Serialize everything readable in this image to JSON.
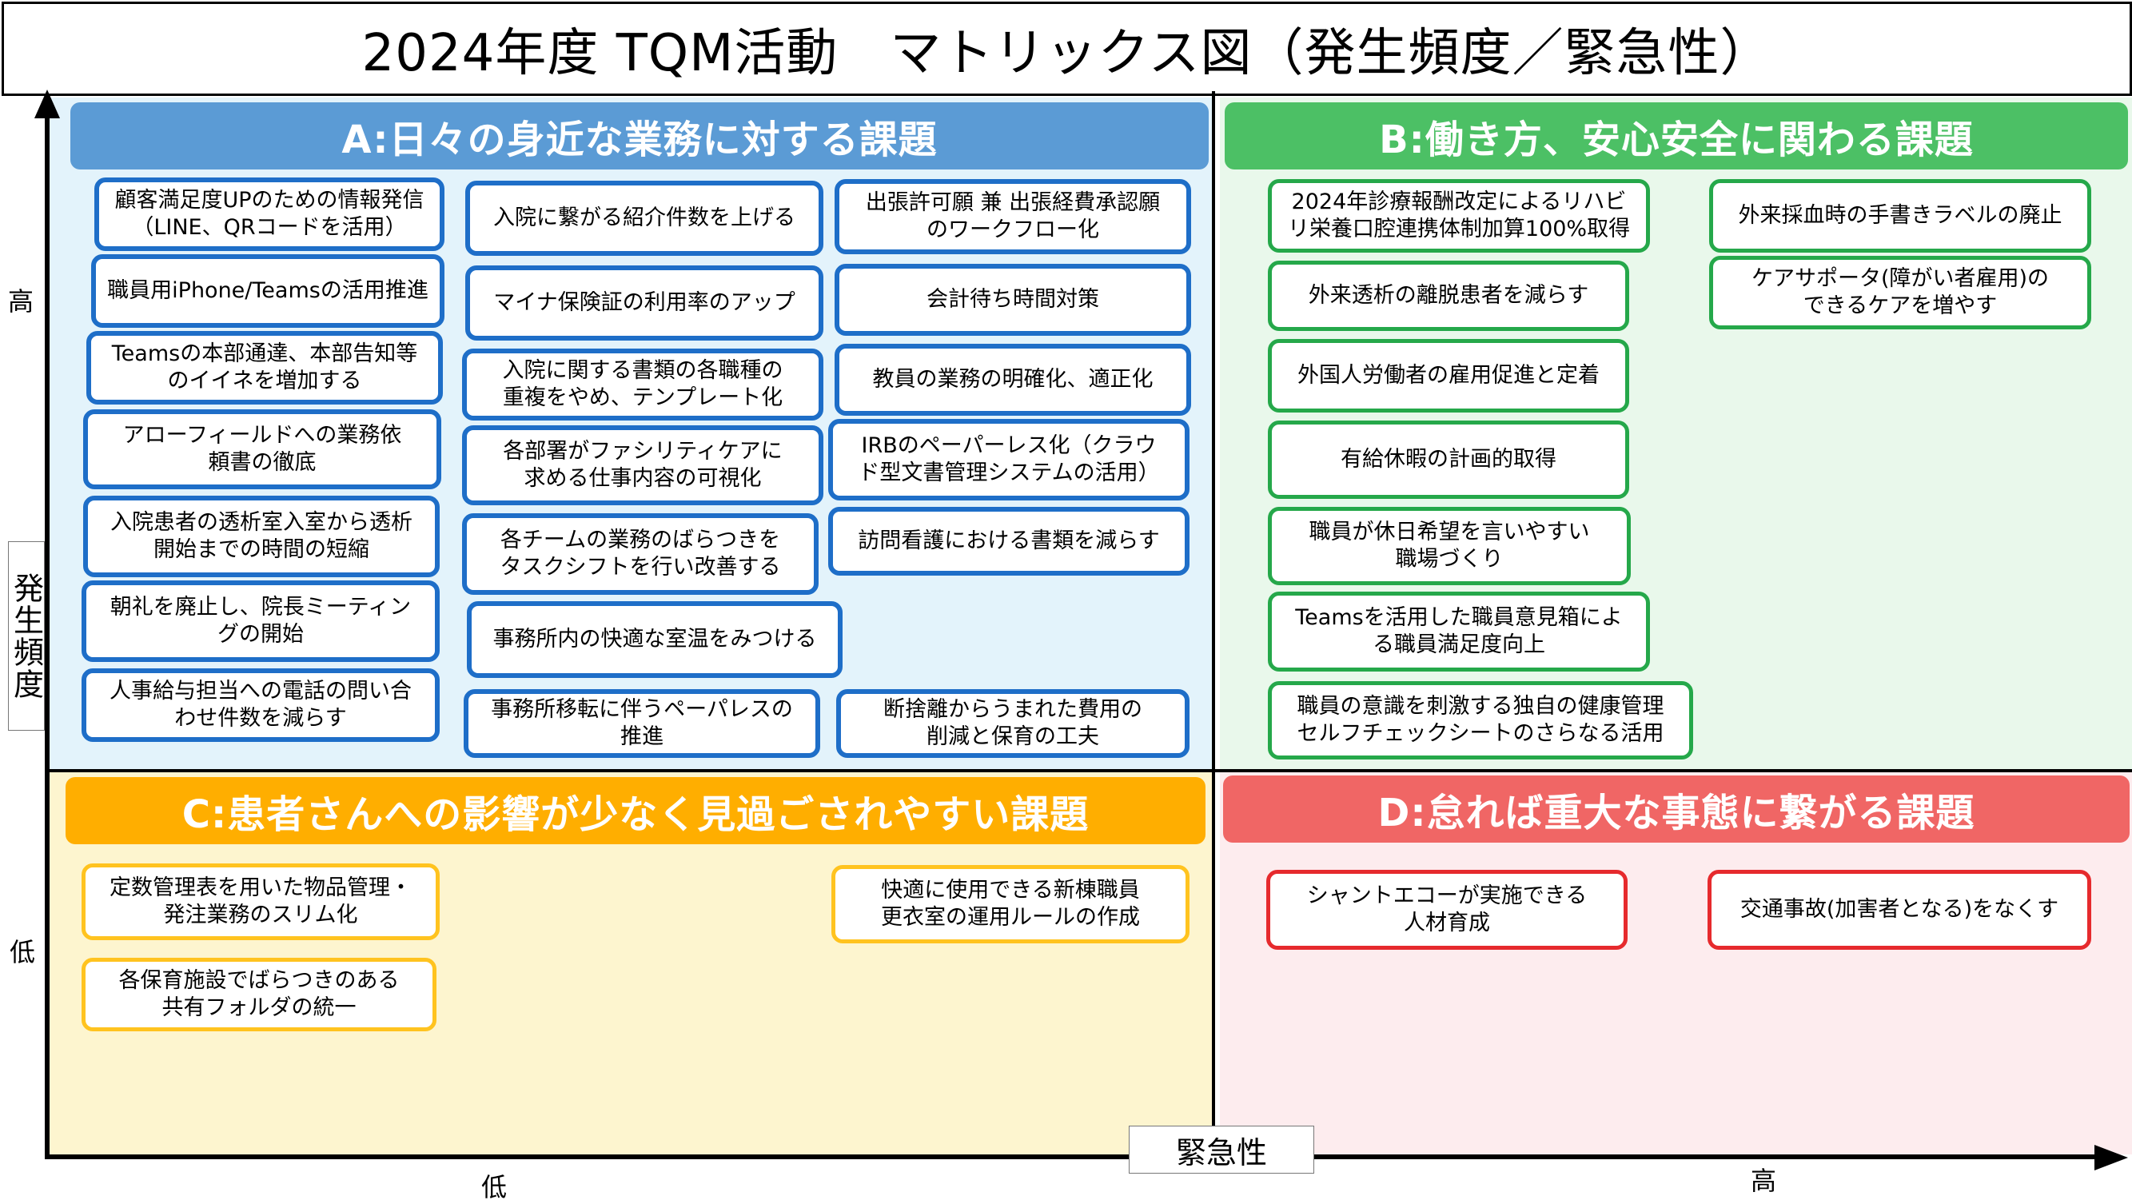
{
  "title": "2024年度 TQM活動　マトリックス図（発生頻度／緊急性）",
  "axes": {
    "y_label": "発生頻度",
    "y_high": "高",
    "y_low": "低",
    "x_label": "緊急性",
    "x_low": "低",
    "x_high": "高"
  },
  "colors": {
    "a_accent": "#1e6ec8",
    "b_accent": "#25a84a",
    "c_accent": "#ffc31f",
    "d_accent": "#e62a2d"
  },
  "quadrants": {
    "a": {
      "title": "A:日々の身近な業務に対する課題",
      "items": [
        "顧客満足度UPのための情報発信\n（LINE、QRコードを活用）",
        "職員用iPhone/Teamsの活用推進",
        "Teamsの本部通達、本部告知等\nのイイネを増加する",
        "アローフィールドへの業務依\n頼書の徹底",
        "入院患者の透析室入室から透析\n開始までの時間の短縮",
        "朝礼を廃止し、院長ミーティン\nグの開始",
        "人事給与担当への電話の問い合\nわせ件数を減らす",
        "入院に繋がる紹介件数を上げる",
        "マイナ保険証の利用率のアップ",
        "入院に関する書類の各職種の\n重複をやめ、テンプレート化",
        "各部署がファシリティケアに\n求める仕事内容の可視化",
        "各チームの業務のばらつきを\nタスクシフトを行い改善する",
        "事務所内の快適な室温をみつける",
        "事務所移転に伴うペーパレスの\n推進",
        "出張許可願 兼 出張経費承認願\nのワークフロー化",
        "会計待ち時間対策",
        "教員の業務の明確化、適正化",
        "IRBのペーパーレス化（クラウ\nド型文書管理システムの活用）",
        "訪問看護における書類を減らす",
        "断捨離からうまれた費用の\n削減と保育の工夫"
      ]
    },
    "b": {
      "title": "B:働き方、安心安全に関わる課題",
      "items": [
        "2024年診療報酬改定によるリハビ\nリ栄養口腔連携体制加算100%取得",
        "外来透析の離脱患者を減らす",
        "外国人労働者の雇用促進と定着",
        "有給休暇の計画的取得",
        "職員が休日希望を言いやすい\n職場づくり",
        "Teamsを活用した職員意見箱によ\nる職員満足度向上",
        "職員の意識を刺激する独自の健康管理\nセルフチェックシートのさらなる活用",
        "外来採血時の手書きラベルの廃止",
        "ケアサポータ(障がい者雇用)の\nできるケアを増やす"
      ]
    },
    "c": {
      "title": "C:患者さんへの影響が少なく見過ごされやすい課題",
      "items": [
        "定数管理表を用いた物品管理・\n発注業務のスリム化",
        "各保育施設でばらつきのある\n共有フォルダの統一",
        "快適に使用できる新棟職員\n更衣室の運用ルールの作成"
      ]
    },
    "d": {
      "title": "D:怠れば重大な事態に繋がる課題",
      "items": [
        "シャントエコーが実施できる\n人材育成",
        "交通事故(加害者となる)をなくす"
      ]
    }
  }
}
